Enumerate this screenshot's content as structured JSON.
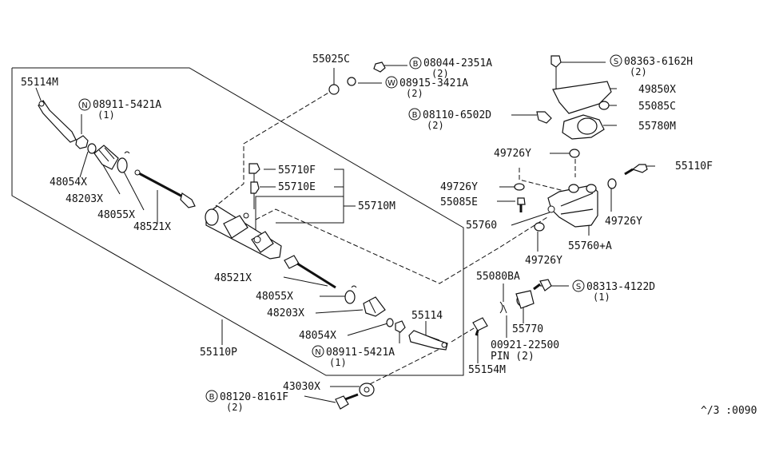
{
  "parts": {
    "p55114M": "55114M",
    "p08911a": "08911-5421A",
    "p08911a_q": "(1)",
    "p48054Xa": "48054X",
    "p48203Xa": "48203X",
    "p48055Xa": "48055X",
    "p48521Xa": "48521X",
    "p55025C": "55025C",
    "p08044": "08044-2351A",
    "p08044_q": "(2)",
    "p08915": "08915-3421A",
    "p08915_q": "(2)",
    "p55710F": "55710F",
    "p55710E": "55710E",
    "p55710M": "55710M",
    "p48521Xb": "48521X",
    "p48055Xb": "48055X",
    "p48203Xb": "48203X",
    "p48054Xb": "48054X",
    "p08911b": "08911-5421A",
    "p08911b_q": "(1)",
    "p55110P": "55110P",
    "p55114": "55114",
    "p43030X": "43030X",
    "p08120": "08120-8161F",
    "p08120_q": "(2)",
    "p08363": "08363-6162H",
    "p08363_q": "(2)",
    "p49850X": "49850X",
    "p55085C": "55085C",
    "p08110": "08110-6502D",
    "p08110_q": "(2)",
    "p55780M": "55780M",
    "p49726Ya": "49726Y",
    "p55110F": "55110F",
    "p49726Yb": "49726Y",
    "p55085E": "55085E",
    "p55760": "55760",
    "p49726Yc": "49726Y",
    "p55760A": "55760+A",
    "p49726Yd": "49726Y",
    "p55080BA": "55080BA",
    "p08313": "08313-4122D",
    "p08313_q": "(1)",
    "p55770": "55770",
    "p00921": "00921-22500",
    "p00921_pin": "PIN (2)",
    "p55154M": "55154M"
  },
  "markers": {
    "N": "N",
    "B": "B",
    "W": "W",
    "S": "S"
  },
  "footer": {
    "code": "^/3 :0090"
  }
}
